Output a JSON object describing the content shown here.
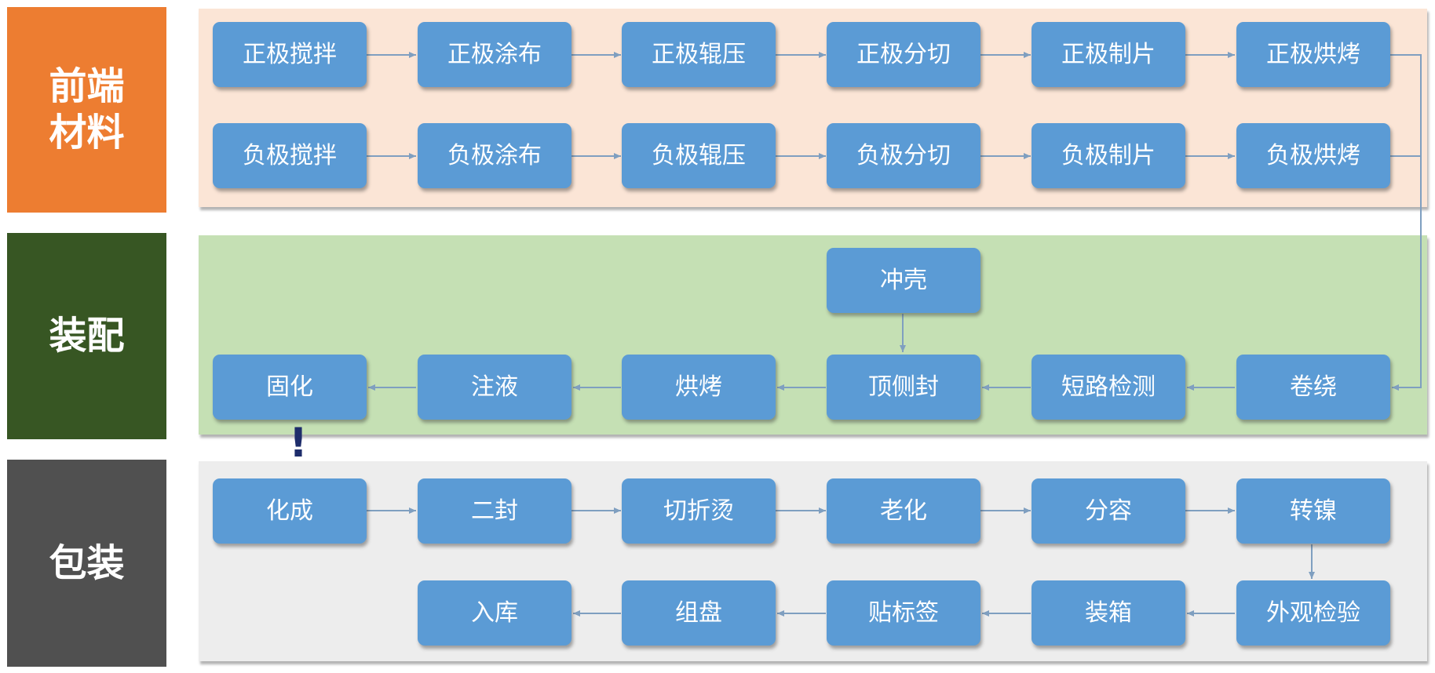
{
  "colors": {
    "frontend_label": "#ed7d31",
    "assembly_label": "#375623",
    "packaging_label": "#505050",
    "frontend_band": "#fbe5d6",
    "assembly_band": "#c5e0b4",
    "packaging_band": "#ededed",
    "step_fill": "#5b9bd5",
    "connector": "#7f9fc0"
  },
  "stages": [
    {
      "label": "前端材料",
      "rows": [
        [
          "正极搅拌",
          "正极涂布",
          "正极辊压",
          "正极分切",
          "正极制片",
          "正极烘烤"
        ],
        [
          "负极搅拌",
          "负极涂布",
          "负极辊压",
          "负极分切",
          "负极制片",
          "负极烘烤"
        ]
      ]
    },
    {
      "label": "装配",
      "top_step": "冲壳",
      "rows": [
        [
          "固化",
          "注液",
          "烘烤",
          "顶侧封",
          "短路检测",
          "卷绕"
        ]
      ]
    },
    {
      "label": "包装",
      "rows": [
        [
          "化成",
          "二封",
          "切折烫",
          "老化",
          "分容",
          "转镍"
        ],
        [
          "入库",
          "组盘",
          "贴标签",
          "装箱",
          "外观检验"
        ]
      ]
    }
  ],
  "marker": "!"
}
